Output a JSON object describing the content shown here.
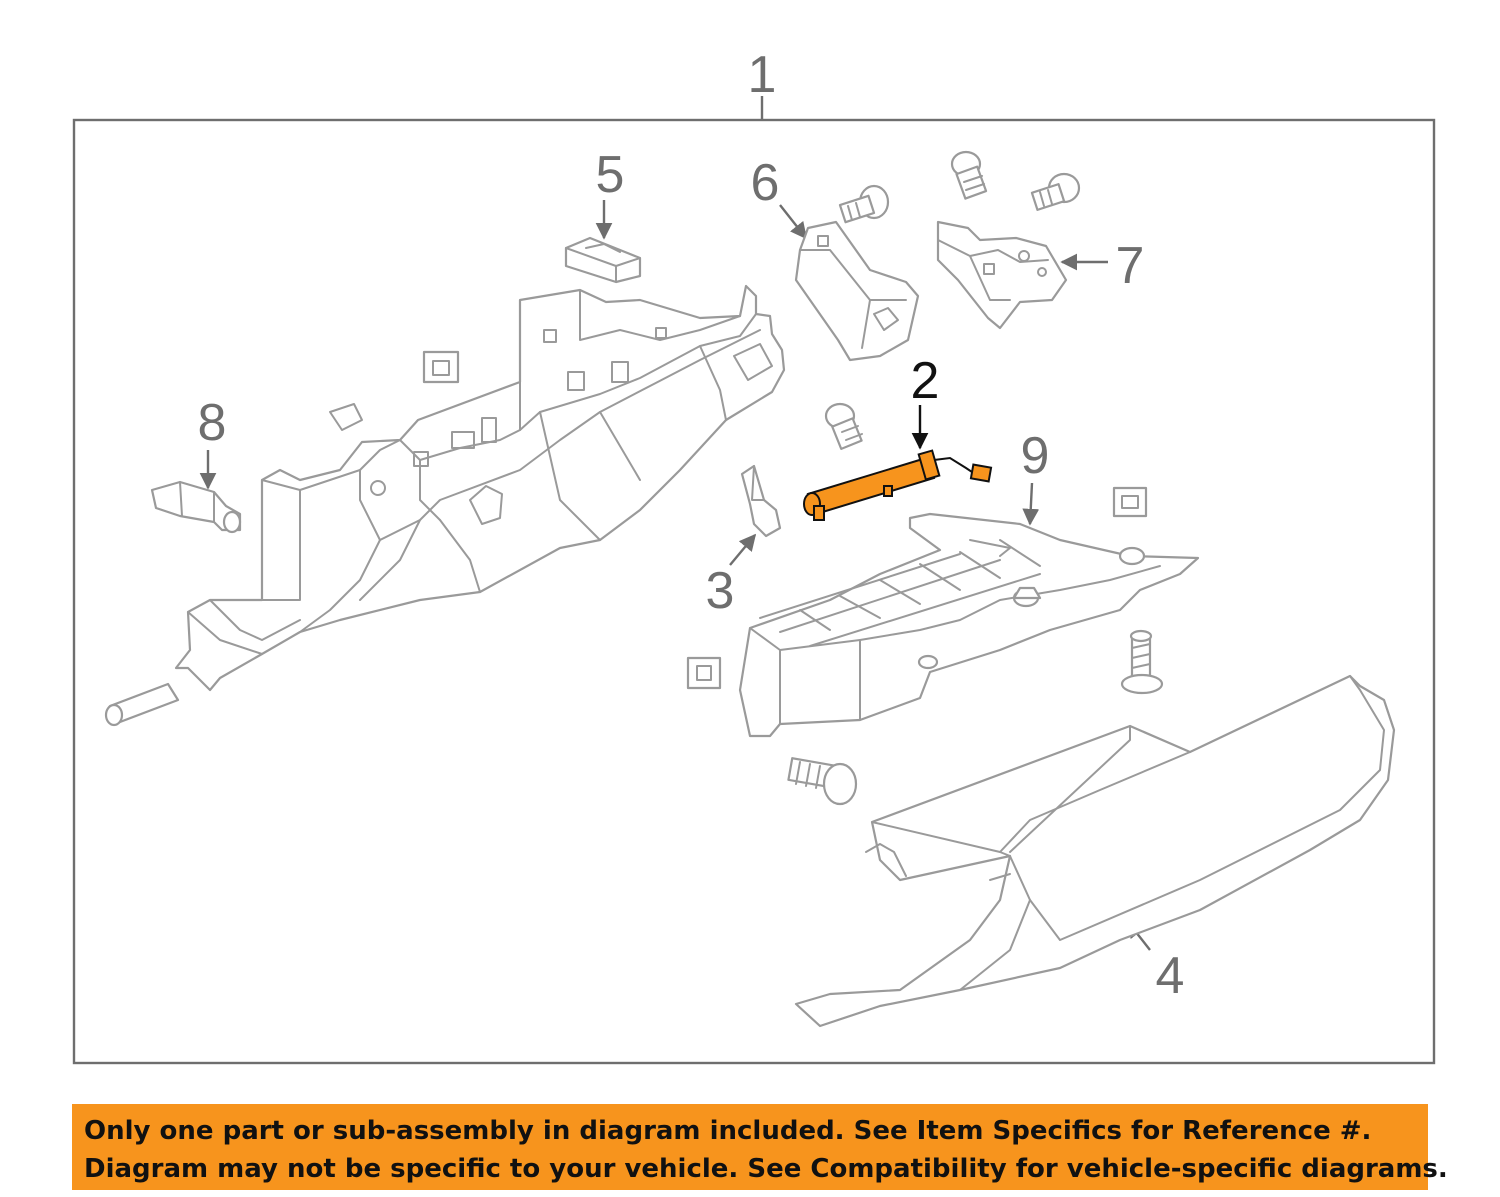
{
  "callouts": {
    "c1": "1",
    "c2": "2",
    "c3": "3",
    "c4": "4",
    "c5": "5",
    "c6": "6",
    "c7": "7",
    "c8": "8",
    "c9": "9"
  },
  "colors": {
    "highlight_part": "#f7941d",
    "notice_background": "#f7941d",
    "line_art": "#9a9a9a",
    "callout_text": "#6e6e6e"
  },
  "notice": {
    "line1": "Only one part or sub-assembly in diagram included. See Item Specifics for Reference #.",
    "line2": "Diagram may not be specific to your vehicle. See Compatibility for vehicle-specific diagrams."
  }
}
